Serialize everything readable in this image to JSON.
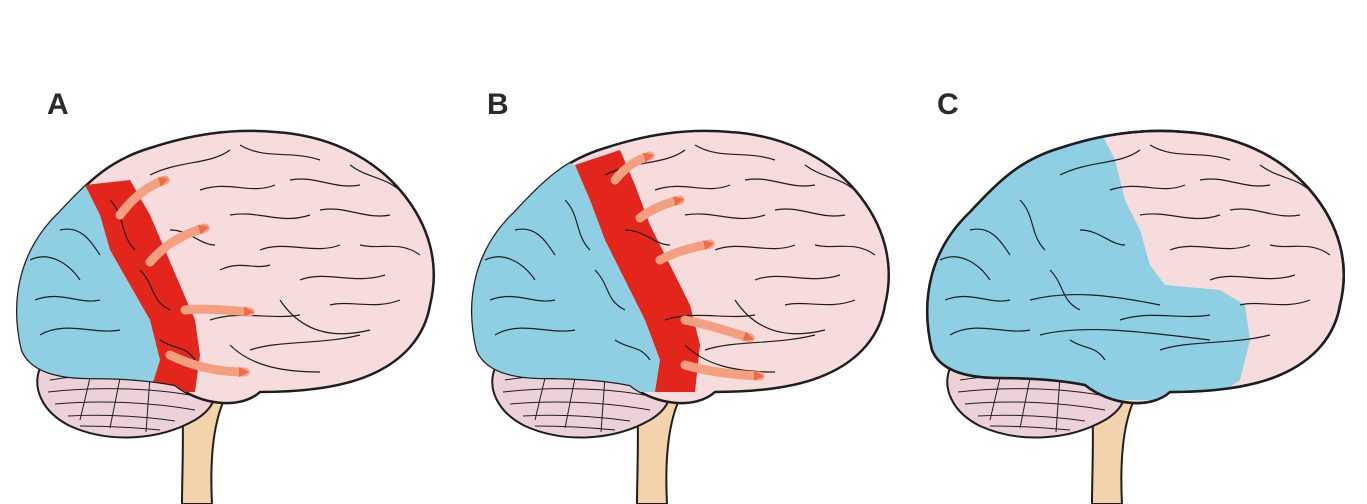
{
  "panels": [
    {
      "id": "A",
      "label": "A"
    },
    {
      "id": "B",
      "label": "B"
    },
    {
      "id": "C",
      "label": "C"
    }
  ],
  "colors": {
    "healthy_tissue": "#f6dcdc",
    "affected_tissue": "#8ecfe3",
    "progression_front": "#e3261b",
    "spread_arrow": "#f4a080",
    "outline": "#1e1e1e",
    "brainstem": "#f3d3ab",
    "cerebellum": "#ecd2d8"
  },
  "icons": {
    "spread_arrow": "arrow-right-icon"
  }
}
